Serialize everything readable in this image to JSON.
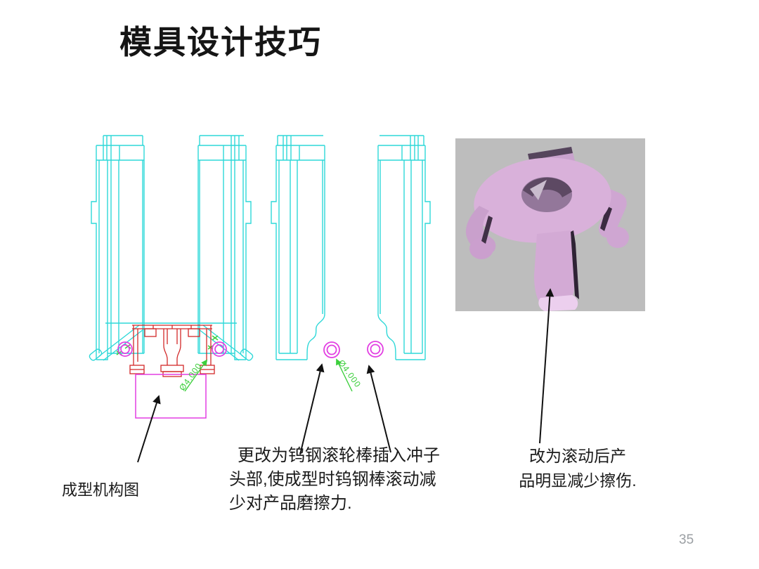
{
  "slide": {
    "title": "模具设计技巧",
    "page_number": "35"
  },
  "annotations": {
    "forming_mechanism_label": "成型机构图",
    "middle_note": "更改为钨钢滚轮棒插入冲子头部,使成型时钨钢棒滚动减少对产品磨擦力.",
    "right_note_lines": [
      "改为滚动后产",
      "品明显减少擦伤."
    ]
  },
  "cad": {
    "dimension_left": "Ø4.000",
    "dimension_middle": "Ø4.000",
    "colors": {
      "line": "#2ed8d8",
      "accent": "#e23ee2",
      "punch": "#d22828",
      "dimension": "#3ccf3c"
    }
  },
  "render_3d": {
    "background": "#bdbdbd",
    "part_color": "#d9b1da"
  }
}
